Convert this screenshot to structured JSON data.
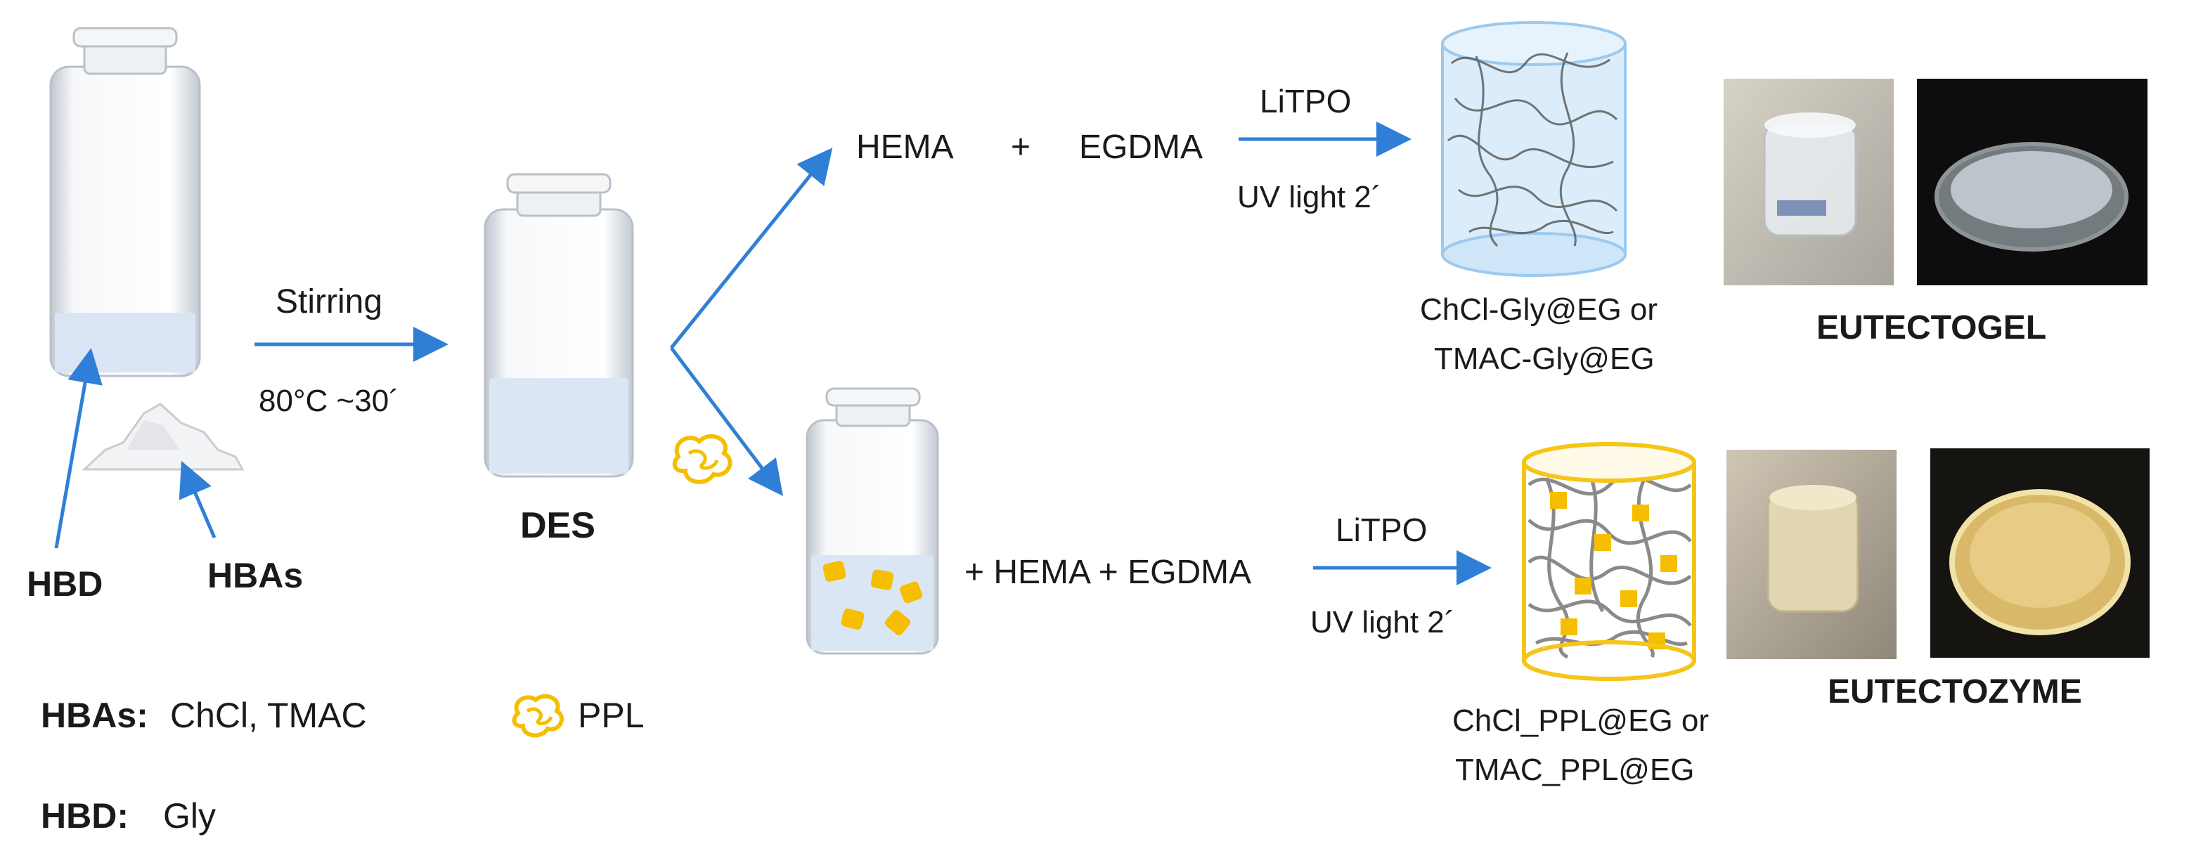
{
  "colors": {
    "arrow_blue": "#2f7fd6",
    "vial_glass": "#c9cfd6",
    "des_liquid": "#dbe6f5",
    "ppl_yellow": "#f5bf00",
    "hydrogel_frame": "#9cc9ee",
    "enzyme_frame": "#f5c518"
  },
  "icons": {
    "ppl": "ppl-enzyme-icon",
    "hba_solid": "white-powder-icon"
  },
  "labels": {
    "hbd": "HBD",
    "hbas": "HBAs",
    "stirring": "Stirring",
    "conditions": "80°C ~30´",
    "des": "DES",
    "hema": "HEMA",
    "plus": "+",
    "egdma": "EGDMA",
    "litpo_top": "LiTPO",
    "uv_top": "UV light 2´",
    "hema_egdma_bottom": "+ HEMA + EGDMA",
    "litpo_bottom": "LiTPO",
    "uv_bottom": "UV light 2´",
    "eutectogel_line1": "ChCl-Gly@EG or",
    "eutectogel_line2": "TMAC-Gly@EG",
    "eutectogel_title": "EUTECTOGEL",
    "eutectozyme_line1": "ChCl_PPL@EG or",
    "eutectozyme_line2": "TMAC_PPL@EG",
    "eutectozyme_title": "EUTECTOZYME"
  },
  "legend": {
    "hbas_key": "HBAs:",
    "hbas_value": "ChCl, TMAC",
    "ppl_label": "PPL",
    "hbd_key": "HBD:",
    "hbd_value": "Gly"
  }
}
